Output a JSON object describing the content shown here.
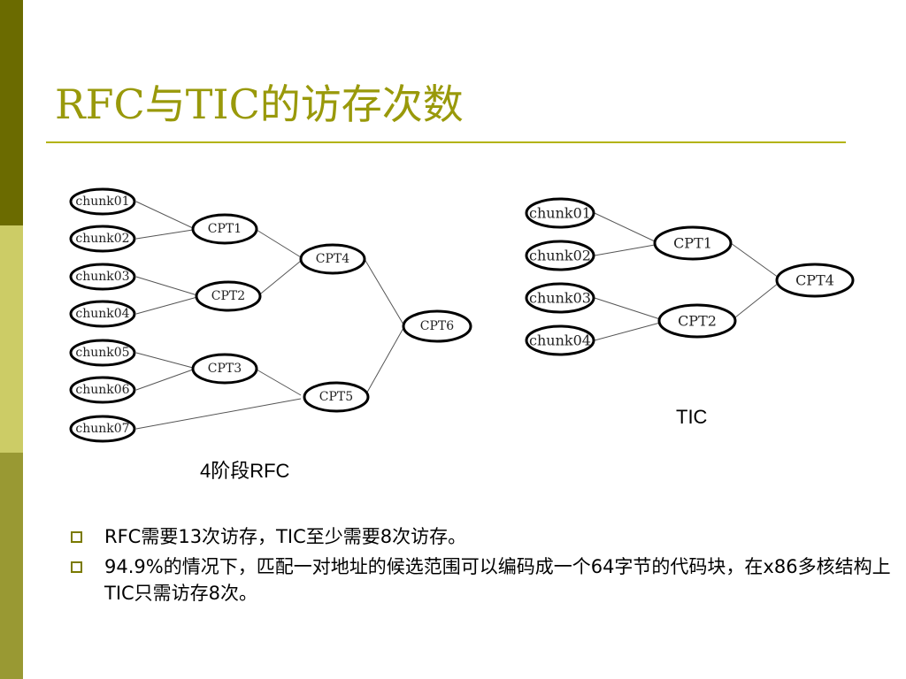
{
  "title": "RFC与TIC的访存次数",
  "rfc_caption": "4阶段RFC",
  "tic_caption": "TIC",
  "rfc_nodes": [
    "chunk01",
    "chunk02",
    "chunk03",
    "chunk04",
    "chunk05",
    "chunk06",
    "chunk07",
    "CPT1",
    "CPT2",
    "CPT3",
    "CPT4",
    "CPT5",
    "CPT6"
  ],
  "tic_nodes": [
    "chunk01",
    "chunk02",
    "chunk03",
    "chunk04",
    "CPT1",
    "CPT2",
    "CPT4"
  ],
  "bullets": [
    "RFC需要13次访存，TIC至少需要8次访存。",
    "94.9%的情况下，匹配一对地址的候选范围可以编码成一个64字节的代码块，在x86多核结构上TIC只需访存8次。"
  ],
  "colors": {
    "title": "#99990a",
    "rule": "#b3b30f"
  }
}
